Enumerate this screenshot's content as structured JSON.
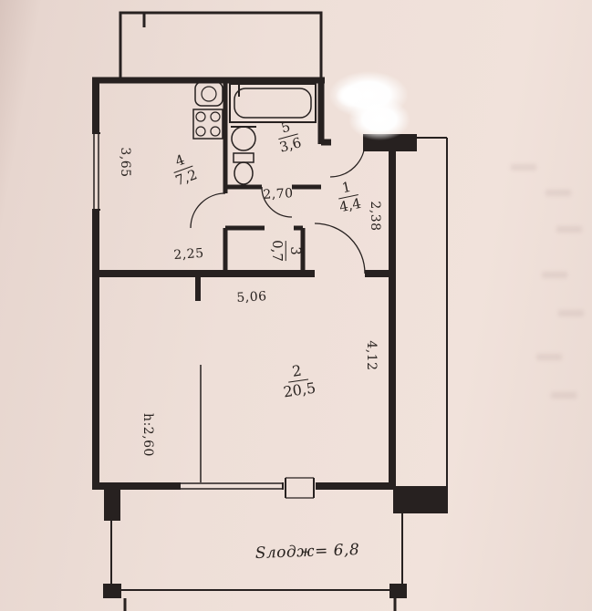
{
  "colors": {
    "paper": "#eedfd8",
    "ink": "#272120"
  },
  "rooms": [
    {
      "id": "kitchen",
      "number": "4",
      "area": "7,2"
    },
    {
      "id": "bathroom",
      "number": "5",
      "area": "3,6"
    },
    {
      "id": "hallway",
      "number": "1",
      "area": "4,4"
    },
    {
      "id": "closet",
      "number": "3",
      "area": "0,7"
    },
    {
      "id": "living_room",
      "number": "2",
      "area": "20,5"
    }
  ],
  "dimensions": {
    "kitchen_left_wall": "3,65",
    "kitchen_width": "2,25",
    "hallway_width": "2,70",
    "hallway_depth": "2,38",
    "living_width": "5,06",
    "living_depth": "4,12",
    "ceiling_height": "h:2,60"
  },
  "loggia_area_label": "Sлодж= 6,8"
}
